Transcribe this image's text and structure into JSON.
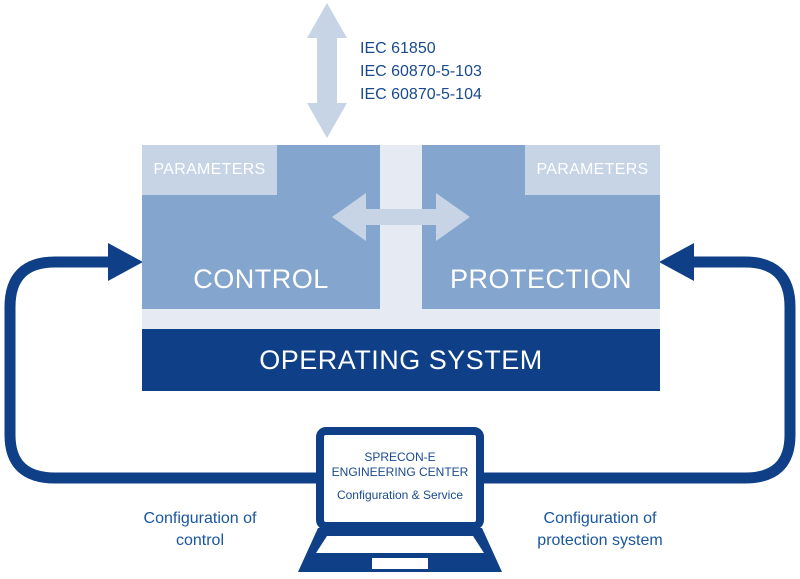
{
  "protocols": [
    "IEC 61850",
    "IEC 60870-5-103",
    "IEC 60870-5-104"
  ],
  "control": {
    "parameters_label": "PARAMETERS",
    "title": "CONTROL"
  },
  "protection": {
    "parameters_label": "PARAMETERS",
    "title": "PROTECTION"
  },
  "operating_system": "OPERATING SYSTEM",
  "laptop": {
    "line1": "SPRECON-E",
    "line2": "ENGINEERING CENTER",
    "line3": "Configuration & Service"
  },
  "config_control": [
    "Configuration of",
    "control"
  ],
  "config_protection": [
    "Configuration of",
    "protection system"
  ],
  "colors": {
    "dark_blue": "#0f3f86",
    "mid_blue": "#84a5cd",
    "light_blue": "#c6d4e6",
    "pale_blue": "#e6ebf3"
  }
}
